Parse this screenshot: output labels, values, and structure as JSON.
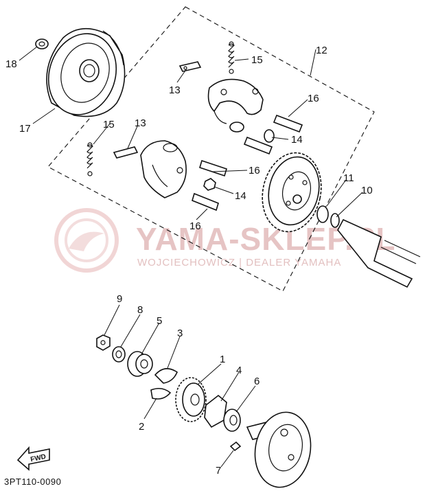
{
  "diagram": {
    "watermark": {
      "brand": "YAMA-SKLEP.PL",
      "dealer": "WOJCIECHOWICZ | DEALER YAMAHA",
      "color": "#e6c4c4"
    },
    "document_code": "3PT110-0090",
    "fwd_label": "FWD",
    "callouts": {
      "p1": "1",
      "p2": "2",
      "p3": "3",
      "p4": "4",
      "p5": "5",
      "p6": "6",
      "p7": "7",
      "p8": "8",
      "p9": "9",
      "p10": "10",
      "p11": "11",
      "p12": "12",
      "p13a": "13",
      "p13b": "13",
      "p14a": "14",
      "p14b": "14",
      "p15a": "15",
      "p15b": "15",
      "p16a": "16",
      "p16b": "16",
      "p16c": "16",
      "p17": "17",
      "p18": "18"
    }
  }
}
